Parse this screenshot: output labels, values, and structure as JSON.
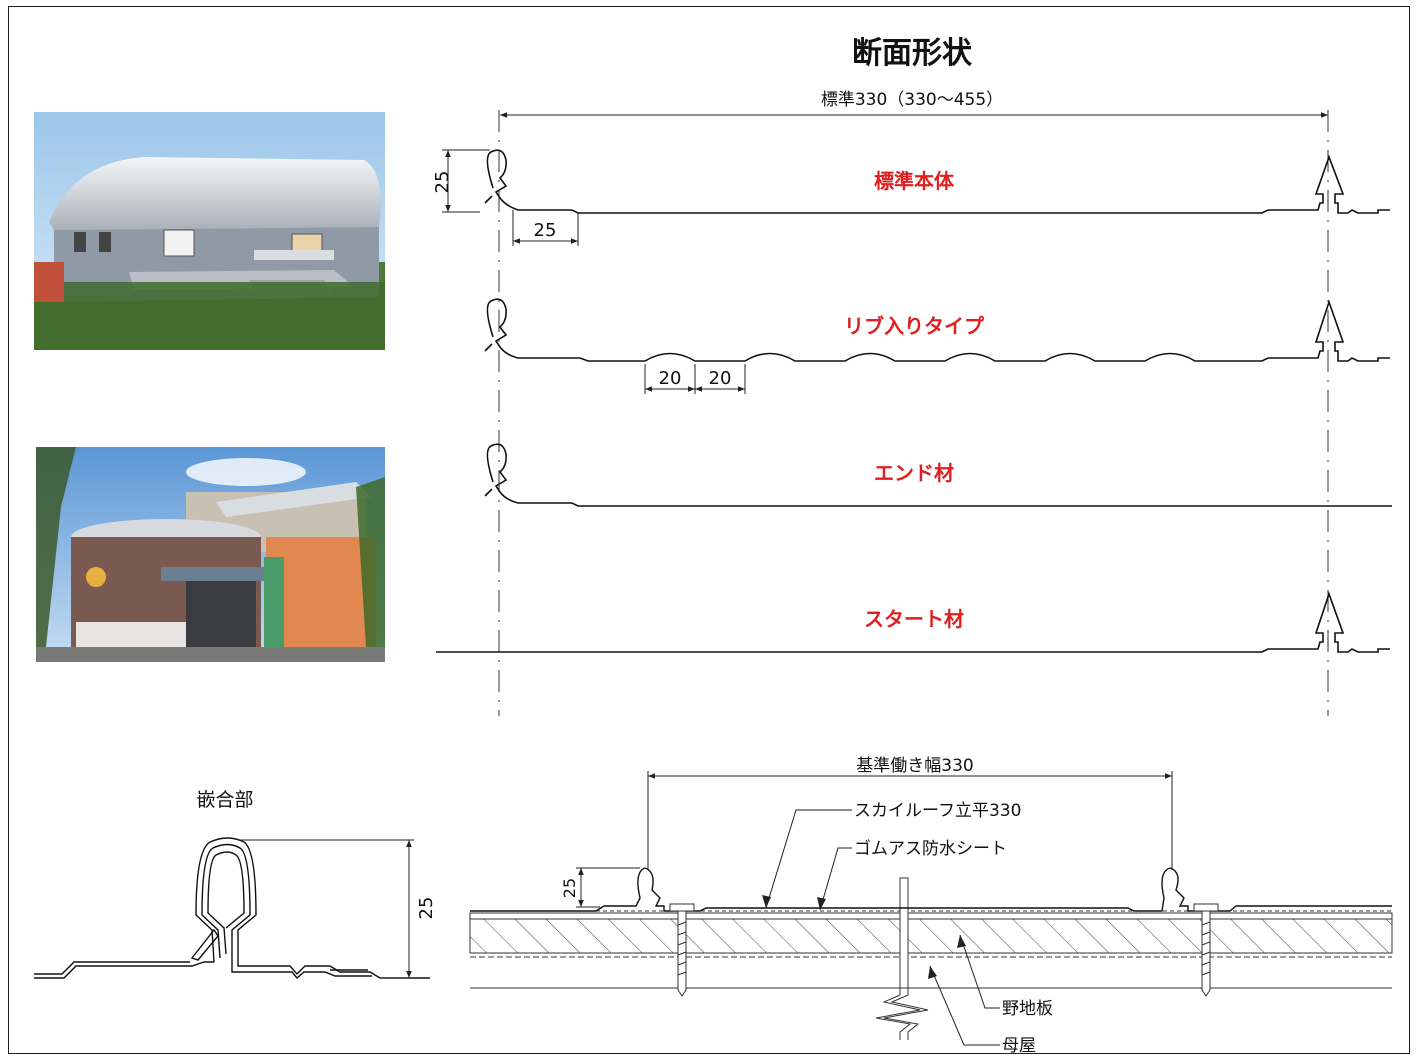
{
  "title": "断面形状",
  "overall_dimension": "標準330（330～455）",
  "profiles": [
    {
      "label": "標準本体",
      "color": "#e02020"
    },
    {
      "label": "リブ入りタイプ",
      "color": "#e02020"
    },
    {
      "label": "エンド材",
      "color": "#e02020"
    },
    {
      "label": "スタート材",
      "color": "#e02020"
    }
  ],
  "dims": {
    "height_25": "25",
    "flat_25": "25",
    "rib_20a": "20",
    "rib_20b": "20"
  },
  "joint": {
    "title": "嵌合部",
    "height": "25"
  },
  "install": {
    "width_label": "基準働き幅330",
    "callout_panel": "スカイルーフ立平330",
    "callout_sheet": "ゴムアス防水シート",
    "callout_board": "野地板",
    "callout_purlin": "母屋",
    "height": "25"
  },
  "photos": [
    {
      "name": "house-with-curved-metal-roof-photo"
    },
    {
      "name": "building-with-dome-metal-roof-photo"
    }
  ]
}
